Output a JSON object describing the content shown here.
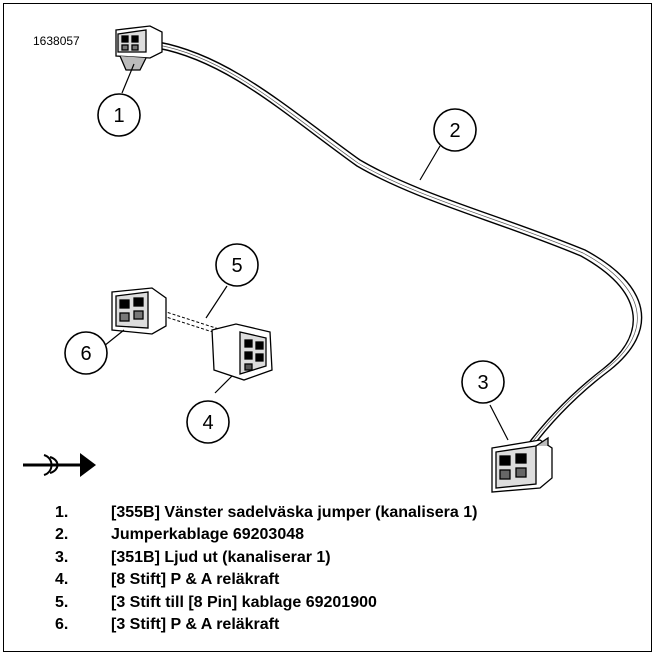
{
  "figure_id": "1638057",
  "callouts": [
    "1",
    "2",
    "3",
    "4",
    "5",
    "6"
  ],
  "legend": [
    {
      "number": "1.",
      "text": "[355B] Vänster sadelväska jumper (kanalisera 1)"
    },
    {
      "number": "2.",
      "text": "Jumperkablage 69203048"
    },
    {
      "number": "3.",
      "text": "[351B] Ljud ut (kanaliserar 1)"
    },
    {
      "number": "4.",
      "text": "[8 Stift] P & A reläkraft"
    },
    {
      "number": "5.",
      "text": "[3 Stift till [8 Pin] kablage 69201900"
    },
    {
      "number": "6.",
      "text": "[3 Stift] P & A reläkraft"
    }
  ],
  "symbols": {
    "connector_symbol": "connector-direction-icon"
  }
}
